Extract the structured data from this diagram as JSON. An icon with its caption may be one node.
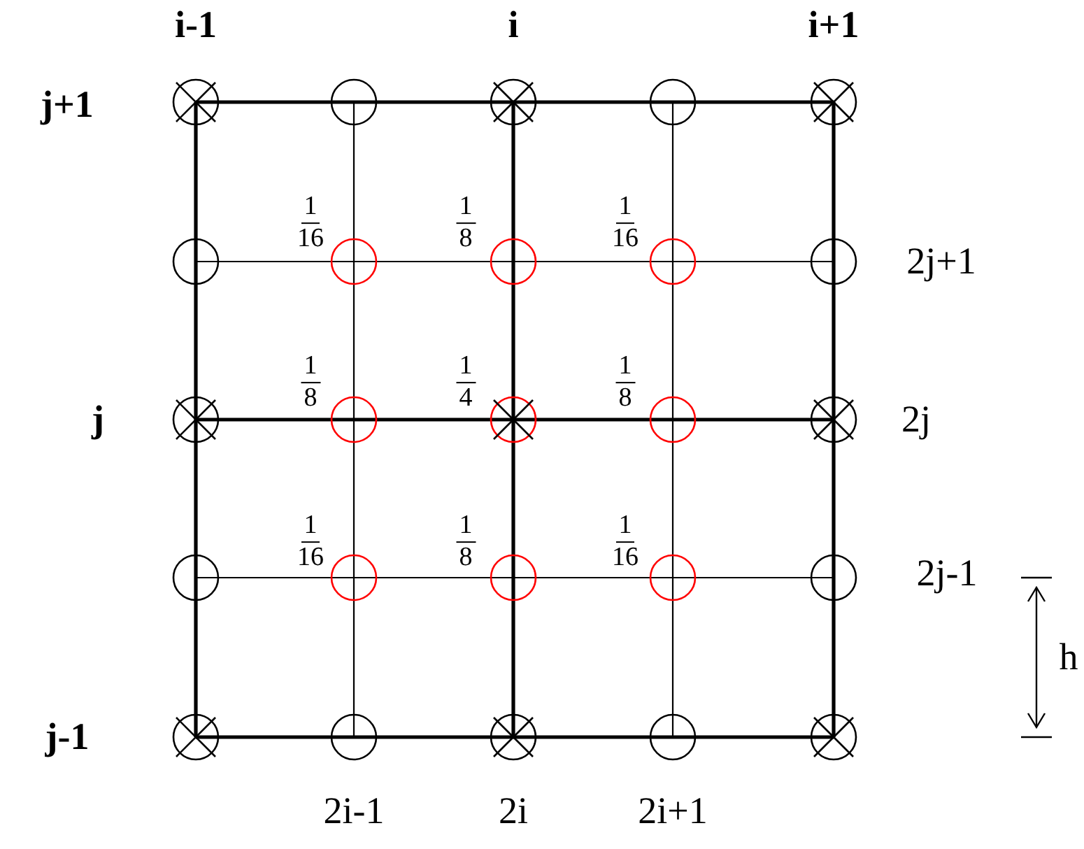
{
  "diagram": {
    "labels": [
      "i-1",
      "i",
      "i+1",
      "j+1",
      "1 16",
      "1 8",
      "1 16",
      "2j+1",
      "j",
      "1 8",
      "1 4",
      "1 8",
      "2j",
      "1 16",
      "1 8",
      "1 16",
      "2j-1",
      "h",
      "j-1",
      "2i-1",
      "2i",
      "2i+1"
    ]
  }
}
